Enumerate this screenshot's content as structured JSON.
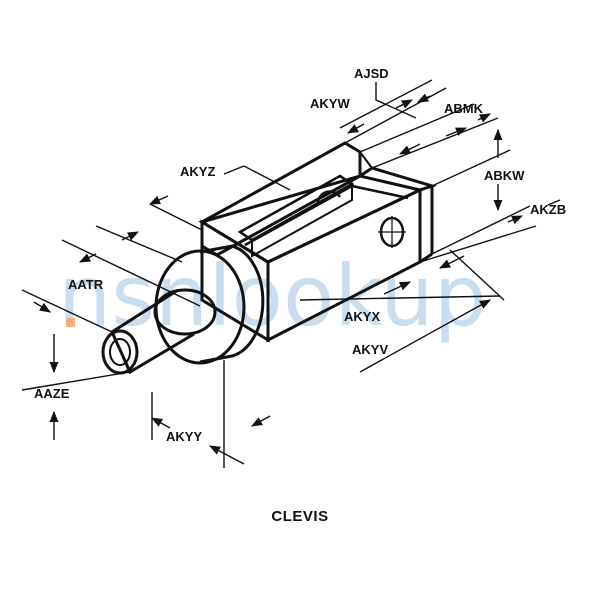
{
  "title": "CLEVIS",
  "watermark": "nsnlookup",
  "colors": {
    "line": "#111111",
    "watermark": "#9ec3e3",
    "watermark_dot": "#f5a35a"
  },
  "labels": {
    "ajsd": "AJSD",
    "akyw": "AKYW",
    "abmk": "ABMK",
    "akyz": "AKYZ",
    "abkw": "ABKW",
    "akzb": "AKZB",
    "aatr": "AATR",
    "akyx": "AKYX",
    "akyv": "AKYV",
    "aaze": "AAZE",
    "akyy": "AKYY"
  }
}
